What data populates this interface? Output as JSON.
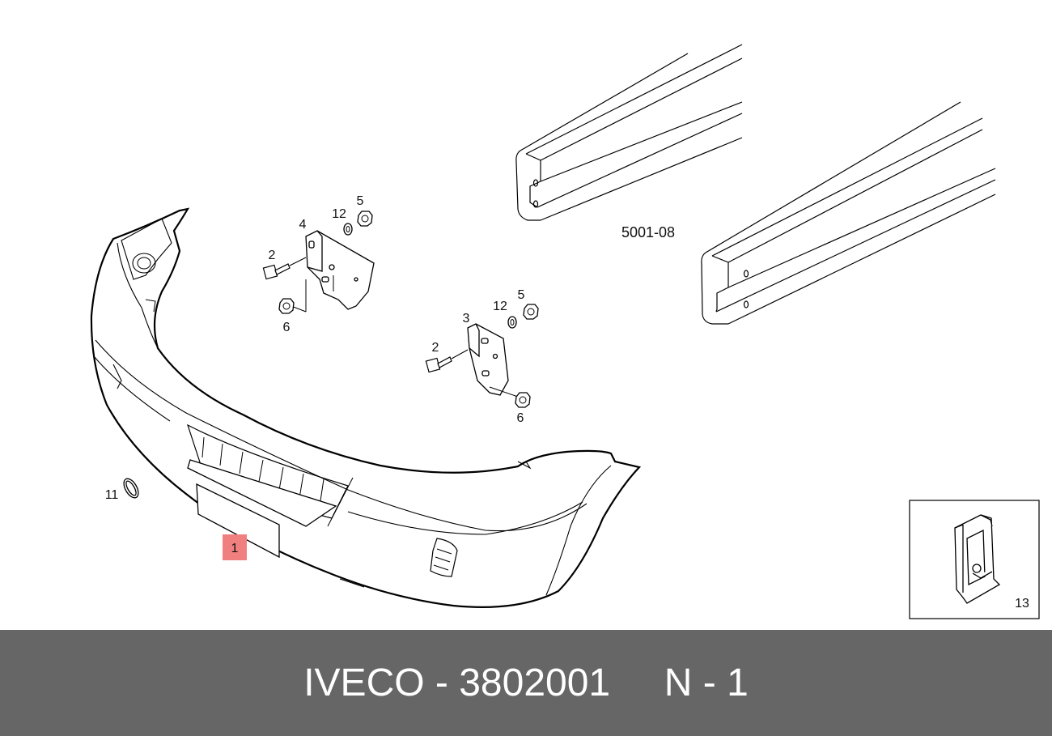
{
  "diagram": {
    "colors": {
      "background": "#ffffff",
      "line": "#000000",
      "highlight_fill": "#f08080",
      "footer_bg": "#666666",
      "footer_text": "#ffffff"
    },
    "callouts": {
      "c1": "1",
      "c2a": "2",
      "c2b": "2",
      "c3": "3",
      "c4": "4",
      "c5a": "5",
      "c5b": "5",
      "c6a": "6",
      "c6b": "6",
      "c11": "11",
      "c12a": "12",
      "c12b": "12",
      "c13": "13"
    },
    "reference_code": "5001-08",
    "highlighted_part": "1"
  },
  "footer": {
    "title": "IVECO - 3802001     N - 1"
  }
}
